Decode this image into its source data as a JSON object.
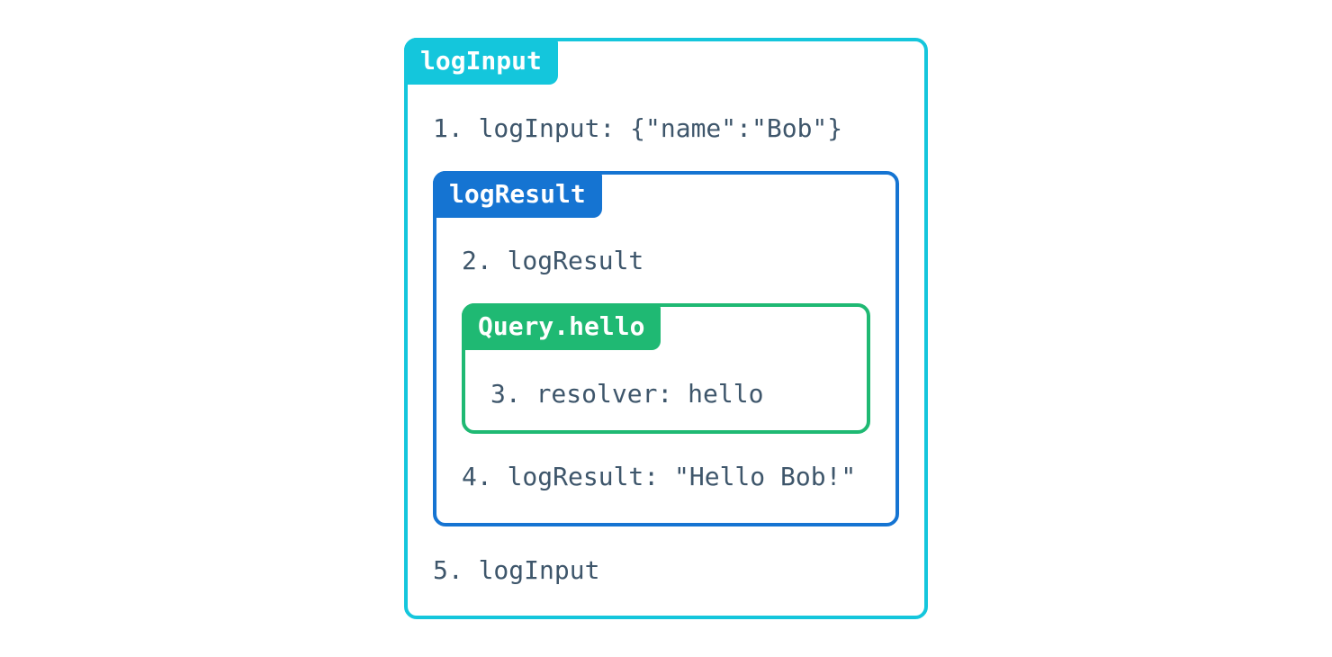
{
  "colors": {
    "outer_accent": "#14c6dc",
    "middle_accent": "#1574d2",
    "inner_accent": "#1fb973",
    "text": "#3e566b",
    "tab_text": "#ffffff",
    "background": "#ffffff"
  },
  "diagram": {
    "outer": {
      "label": "logInput",
      "step_before": "1. logInput: {\"name\":\"Bob\"}",
      "step_after": "5. logInput"
    },
    "middle": {
      "label": "logResult",
      "step_before": "2. logResult",
      "step_after": "4. logResult: \"Hello Bob!\""
    },
    "inner": {
      "label": "Query.hello",
      "step": "3. resolver: hello"
    }
  }
}
